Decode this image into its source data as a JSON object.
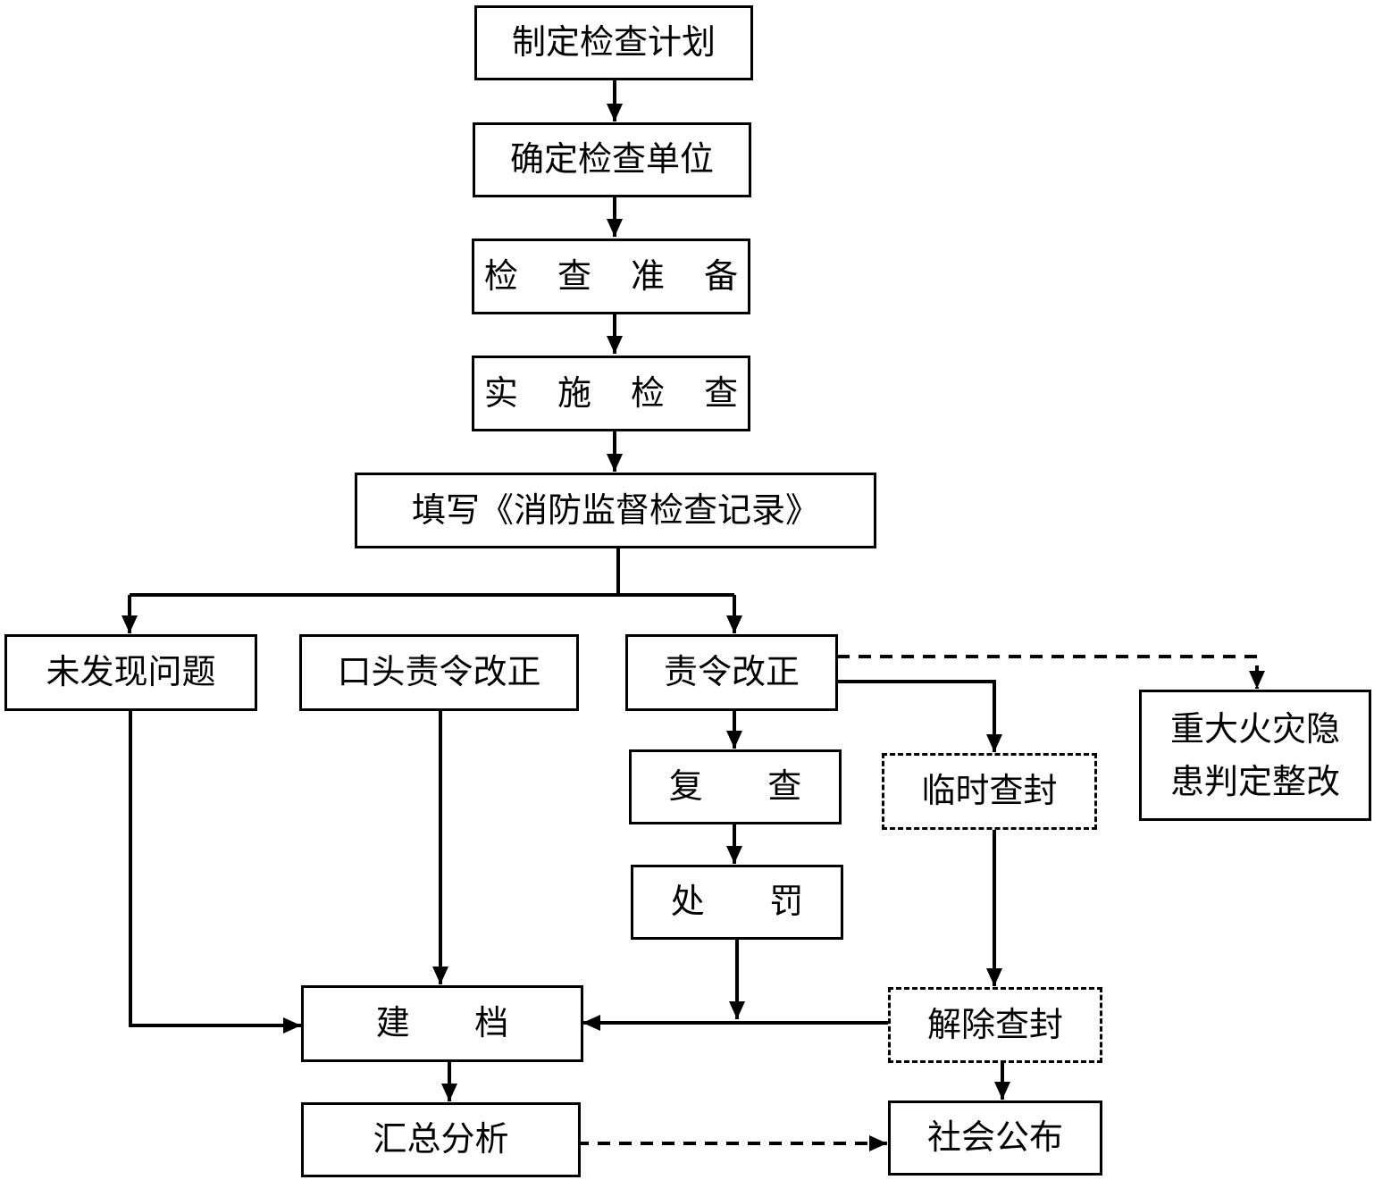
{
  "nodes": {
    "plan": "制定检查计划",
    "determine_units": "确定检查单位",
    "prepare": "检 查 准 备",
    "implement": "实 施 检 查",
    "fill_record": "填写《消防监督检查记录》",
    "no_problem": "未发现问题",
    "verbal_order": "口头责令改正",
    "order_correction": "责令改正",
    "recheck": "复      查",
    "penalty": "处      罚",
    "temporary_seal": "临时查封",
    "major_hazard": "重大火灾隐\n患判定整改",
    "archive": "建      档",
    "lift_seal": "解除查封",
    "summary": "汇总分析",
    "public_announce": "社会公布"
  }
}
